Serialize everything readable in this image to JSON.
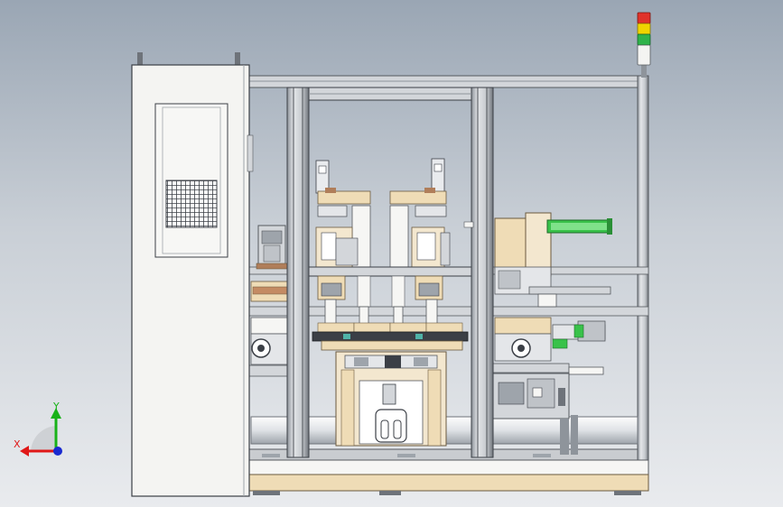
{
  "viewport": {
    "background_top": "#9aa6b4",
    "background_bottom": "#e9ebee"
  },
  "model": {
    "description_visible": false,
    "colors": {
      "frame": "#c3c7cc",
      "frame_dark": "#55595e",
      "cabinet": "#f4f4f2",
      "wood": "#efdcb6",
      "brown": "#b07e5a",
      "green": "#39c24a",
      "teal": "#4fb3a8",
      "signal_red": "#e0322a",
      "signal_yellow": "#f0d400",
      "signal_green": "#2fb34a"
    }
  },
  "signal_tower": {
    "lights": [
      "red",
      "yellow",
      "green"
    ]
  },
  "triad": {
    "x_label": "X",
    "y_label": "Y",
    "x_color": "#e01818",
    "y_color": "#18b218",
    "z_color": "#1a2ad0"
  }
}
